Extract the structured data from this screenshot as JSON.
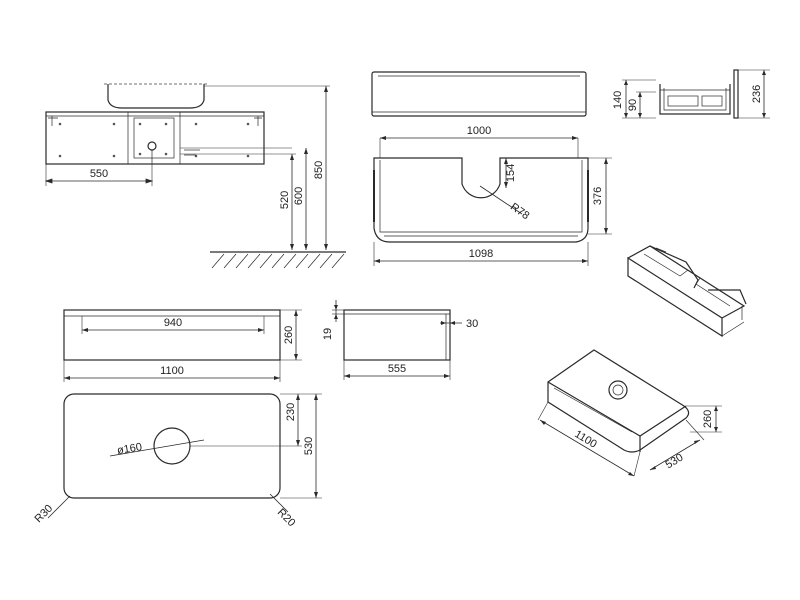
{
  "dimensions": {
    "front_width": "550",
    "height_520": "520",
    "height_600": "600",
    "height_850": "850",
    "top_inner_width": "1000",
    "cutout_depth": "154",
    "cutout_radius": "R78",
    "top_depth": "376",
    "top_width": "1098",
    "drawer_h_140": "140",
    "drawer_h_90": "90",
    "side_h_236": "236",
    "inner_940": "940",
    "front_height": "260",
    "front_total_width": "1100",
    "side_top_19": "19",
    "side_offset_30": "30",
    "side_depth": "555",
    "hole_offset_230": "230",
    "plan_depth": "530",
    "hole_diameter": "ø160",
    "corner_r30": "R30",
    "corner_r20": "R20",
    "iso_width": "1100",
    "iso_depth": "530",
    "iso_height": "260"
  }
}
